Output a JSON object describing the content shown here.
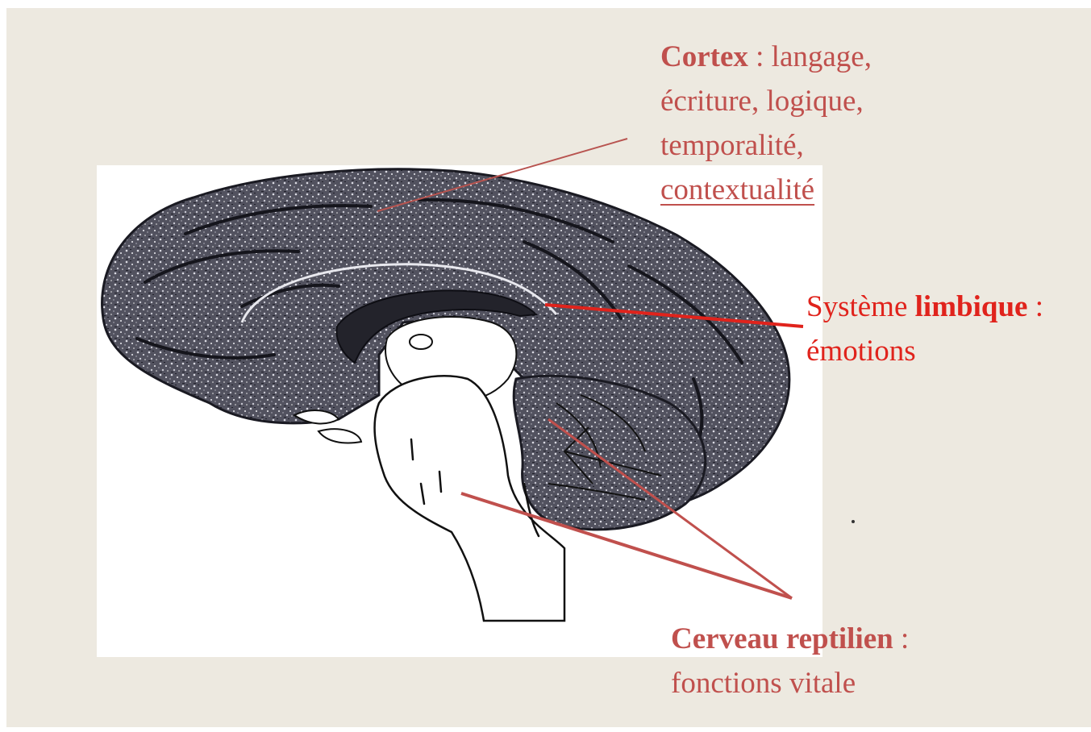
{
  "labels": {
    "cortex": {
      "term": "Cortex",
      "line1_rest": " : langage,",
      "line2": "écriture,  logique,",
      "line3": "temporalité,",
      "line4": "contextualité"
    },
    "limbic": {
      "line1_pre": "Système ",
      "term": "limbique",
      "line1_post": "  :",
      "line2": "émotions"
    },
    "reptilian": {
      "term": "Cerveau reptilien",
      "line1_rest": " :",
      "line2": "fonctions  vitale"
    }
  },
  "colors": {
    "background": "#ede9e0",
    "panel": "#ffffff",
    "cortex_label": "#c0504d",
    "limbic_label": "#e0231c",
    "reptilian_label": "#c0504d",
    "brain_fill": "#4e4e5e",
    "brain_outline": "#1a1a22",
    "leader_cortex": "#b85450",
    "leader_limbic": "#e0231c",
    "leader_reptilian": "#c0504d"
  }
}
